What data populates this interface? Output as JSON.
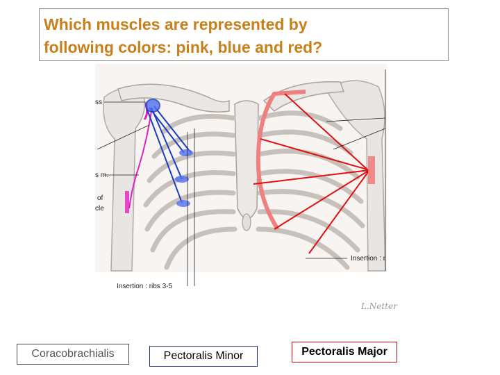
{
  "question": {
    "line1": "Which muscles are represented by",
    "line2": "following colors: pink, blue and red?"
  },
  "figure_labels": {
    "left_top": "ss",
    "left_mid": "s m.",
    "left_low_1": "of",
    "left_low_2": "cle",
    "insertion_left": "Insertion : ribs 3-5",
    "insertion_right": "Insertion : r",
    "signature": "L.Netter"
  },
  "answers": {
    "pink": "Coracobrachialis",
    "blue": "Pectoralis Minor",
    "red": "Pectoralis Major"
  },
  "colors": {
    "question_text": "#c8801a",
    "pink": "#e020c0",
    "blue": "#1a3cc0",
    "red": "#e01010"
  }
}
